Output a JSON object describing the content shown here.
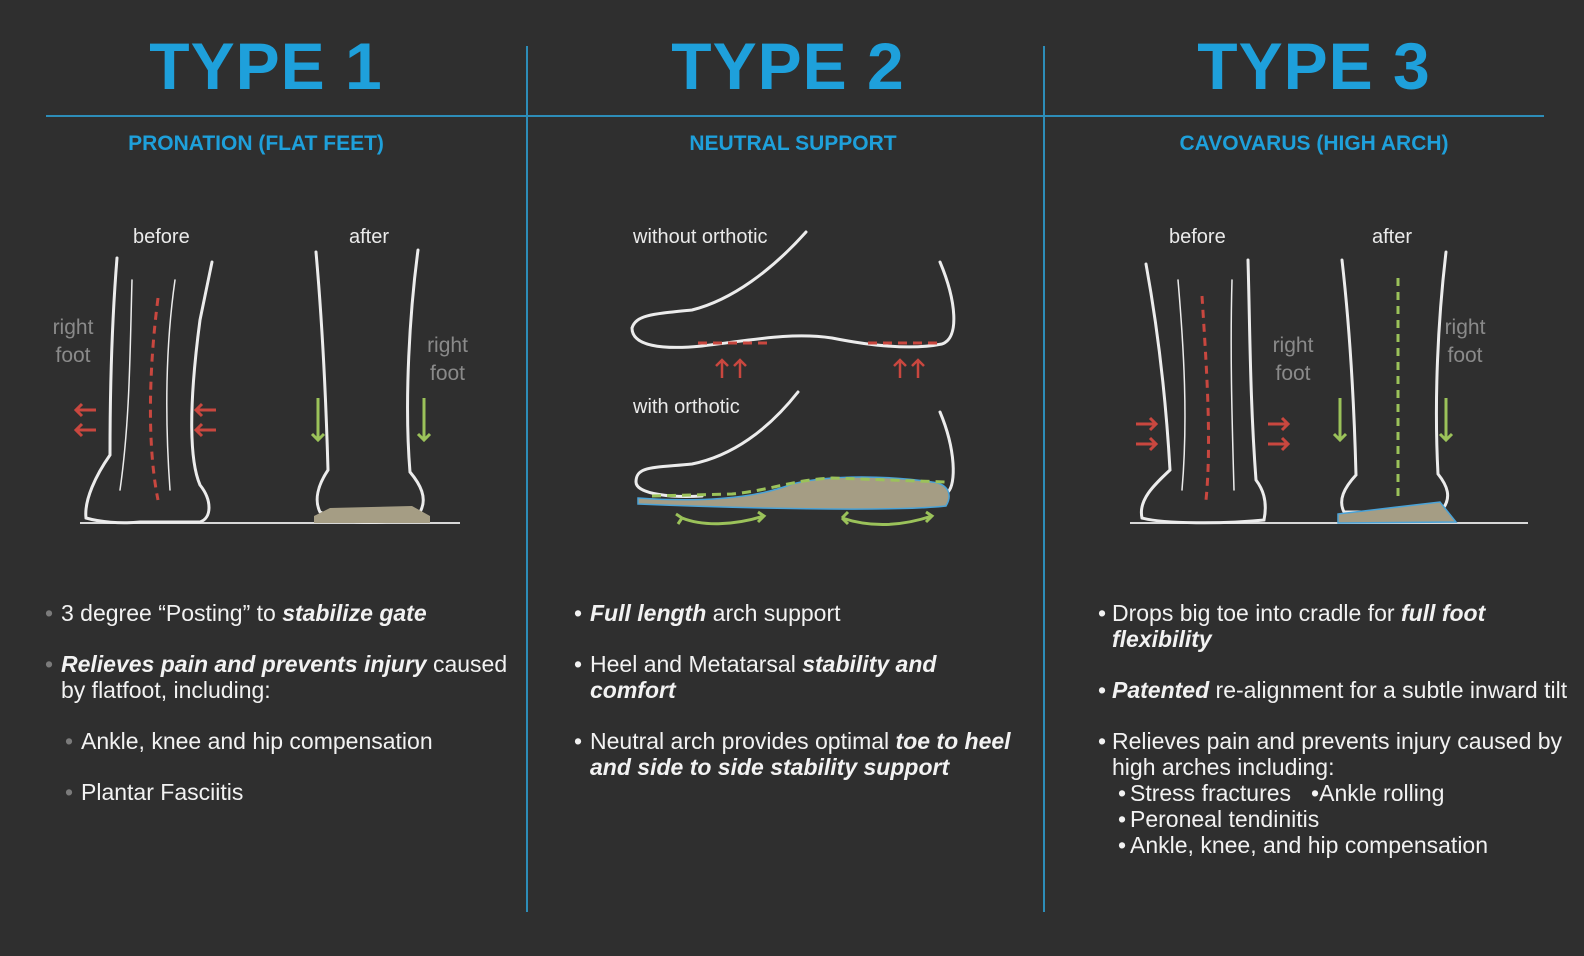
{
  "columns": [
    {
      "title": "TYPE 1",
      "subtitle": "PRONATION (FLAT FEET)",
      "labels": {
        "before": "before",
        "after": "after",
        "right_foot_left": "right\nfoot",
        "right_foot_right": "right\nfoot"
      },
      "bullets": [
        {
          "pre": "3 degree “Posting” to ",
          "em": "stabilize gate",
          "post": ""
        },
        {
          "pre": "",
          "em": "Relieves pain and prevents injury",
          "post": " caused by flatfoot, including:"
        }
      ],
      "subbullets": [
        "Ankle, knee and hip compensation",
        "Plantar Fasciitis"
      ]
    },
    {
      "title": "TYPE 2",
      "subtitle": "NEUTRAL SUPPORT",
      "labels": {
        "without": "without orthotic",
        "with": "with orthotic"
      },
      "bullets": [
        {
          "pre": "",
          "em": "Full length",
          "post": " arch support"
        },
        {
          "pre": "Heel and Metatarsal ",
          "em": "stability and comfort",
          "post": ""
        },
        {
          "pre": "Neutral arch provides optimal ",
          "em": "toe to heel and side to side stability support",
          "post": ""
        }
      ]
    },
    {
      "title": "TYPE 3",
      "subtitle": "CAVOVARUS (HIGH ARCH)",
      "labels": {
        "before": "before",
        "after": "after",
        "right_foot_left": "right\nfoot",
        "right_foot_right": "right\nfoot"
      },
      "bullets": [
        {
          "pre": "Drops big toe into cradle for ",
          "em": "full foot flexibility",
          "post": ""
        },
        {
          "pre": "",
          "em": "Patented",
          "post": " re-alignment for a subtle inward tilt"
        },
        {
          "pre": "Relieves pain and prevents injury caused by high arches including:",
          "em": "",
          "post": ""
        }
      ],
      "conditions": [
        "Stress fractures",
        "Ankle rolling",
        "Peroneal tendinitis",
        "Ankle, knee, and hip compensation"
      ]
    }
  ],
  "colors": {
    "accent": "#1ea0db",
    "divider": "#2d8db8",
    "background": "#2f2f2f",
    "red_arrow": "#c9473f",
    "green_arrow": "#9bc25a",
    "insole": "#a59d84"
  }
}
